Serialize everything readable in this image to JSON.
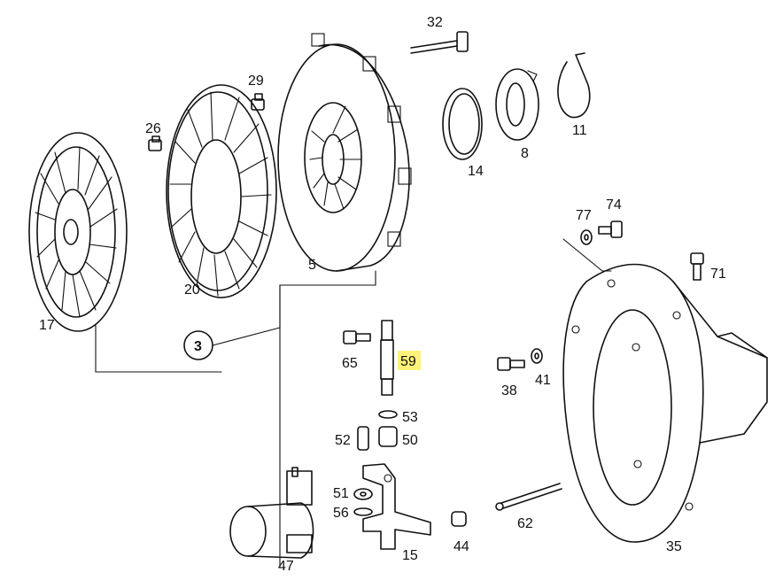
{
  "parts": [
    {
      "id": "p32",
      "label": "32"
    },
    {
      "id": "p29",
      "label": "29"
    },
    {
      "id": "p26",
      "label": "26"
    },
    {
      "id": "p14",
      "label": "14"
    },
    {
      "id": "p8",
      "label": "8"
    },
    {
      "id": "p11",
      "label": "11"
    },
    {
      "id": "p5",
      "label": "5"
    },
    {
      "id": "p20",
      "label": "20"
    },
    {
      "id": "p17",
      "label": "17"
    },
    {
      "id": "p3",
      "label": "3"
    },
    {
      "id": "p77",
      "label": "77"
    },
    {
      "id": "p74",
      "label": "74"
    },
    {
      "id": "p71",
      "label": "71"
    },
    {
      "id": "p65",
      "label": "65"
    },
    {
      "id": "p59",
      "label": "59",
      "highlighted": true
    },
    {
      "id": "p38",
      "label": "38"
    },
    {
      "id": "p41",
      "label": "41"
    },
    {
      "id": "p53",
      "label": "53"
    },
    {
      "id": "p52",
      "label": "52"
    },
    {
      "id": "p50",
      "label": "50"
    },
    {
      "id": "p51",
      "label": "51"
    },
    {
      "id": "p56",
      "label": "56"
    },
    {
      "id": "p62",
      "label": "62"
    },
    {
      "id": "p47",
      "label": "47"
    },
    {
      "id": "p44",
      "label": "44"
    },
    {
      "id": "p15",
      "label": "15"
    },
    {
      "id": "p35",
      "label": "35"
    }
  ],
  "highlight_color": "#fff27a"
}
